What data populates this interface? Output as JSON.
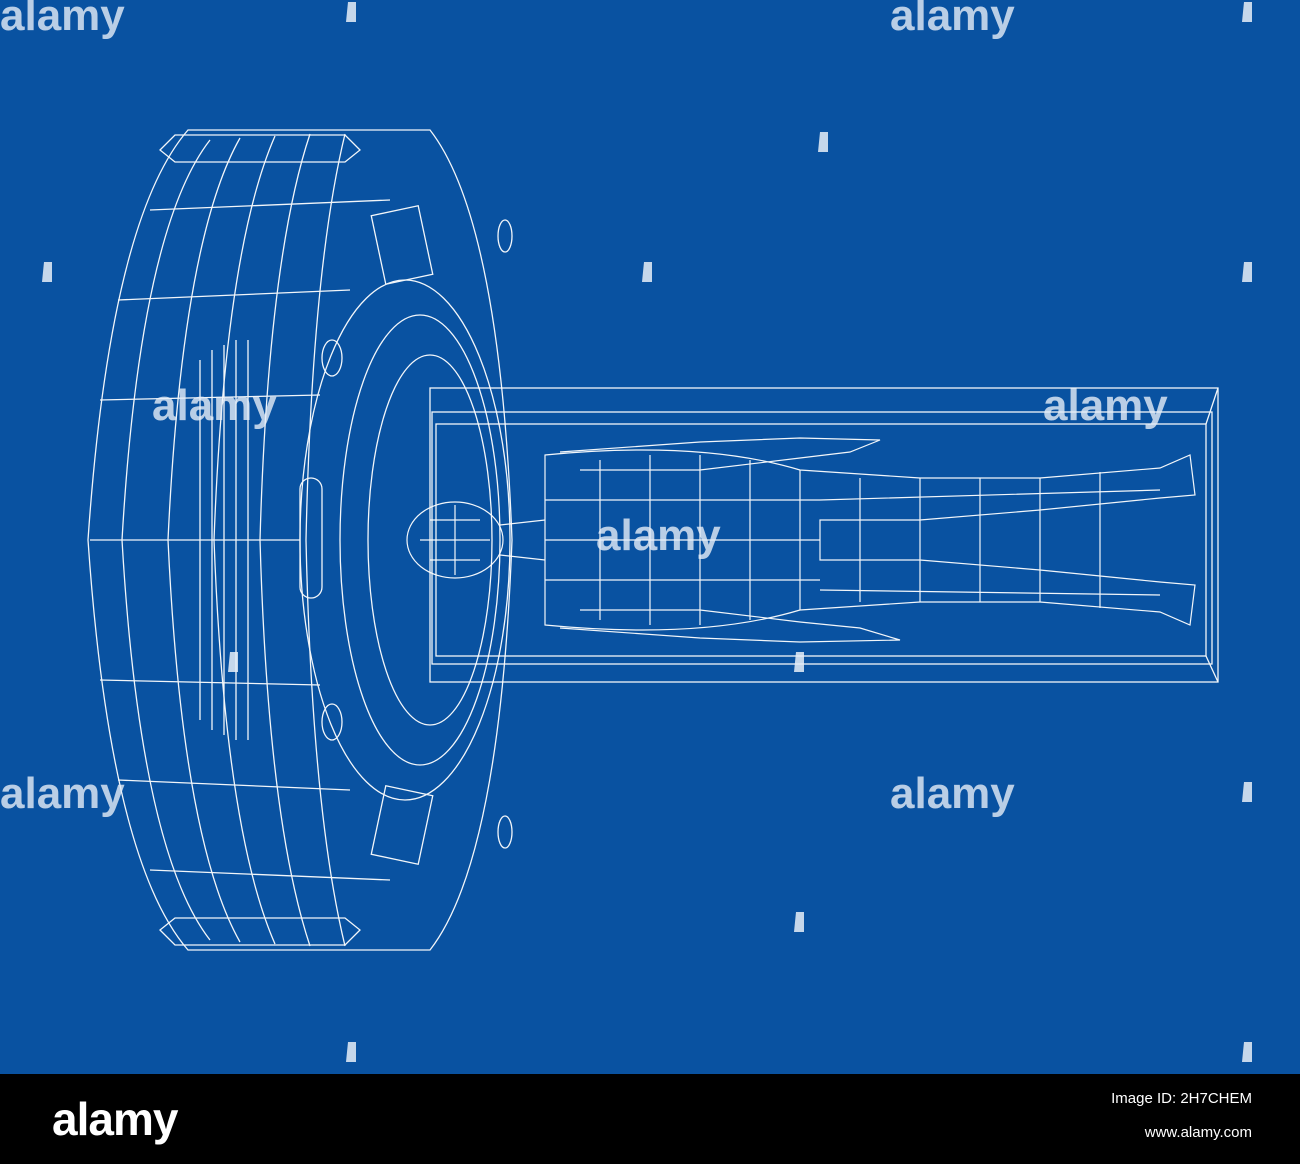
{
  "colors": {
    "background": "#0952a1",
    "line": "#ffffff",
    "footer": "#000000"
  },
  "watermark": {
    "text": "alamy",
    "icon": "alamy-a-icon"
  },
  "footer": {
    "brand": "alamy",
    "image_id": "Image ID: 2H7CHEM",
    "url": "www.alamy.com"
  }
}
